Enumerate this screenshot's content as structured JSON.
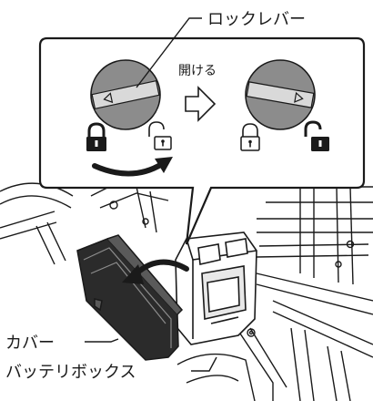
{
  "labels": {
    "lock_lever": "ロックレバー",
    "open_action": "開ける",
    "cover": "カバー",
    "battery_box": "バッテリボックス"
  },
  "icons": [
    "lock-closed-icon",
    "lock-open-icon",
    "arrow-right-outline-icon",
    "curved-arrow-icon"
  ],
  "colors": {
    "line": "#1a1a1a",
    "fill_dark": "#2b2b2b",
    "fill_mid": "#8c8c8c",
    "fill_light": "#d9d9d9"
  }
}
